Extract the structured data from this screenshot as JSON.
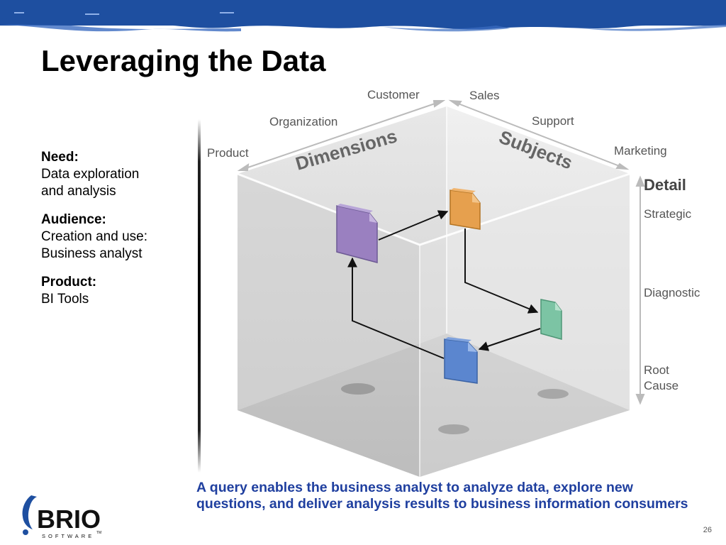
{
  "slide": {
    "title": "Leveraging the Data",
    "page_number": "26"
  },
  "sidebar": {
    "need_label": "Need:",
    "need_lines": [
      "Data exploration",
      "and analysis"
    ],
    "audience_label": "Audience:",
    "audience_lines": [
      "Creation and use:",
      "Business analyst"
    ],
    "product_label": "Product:",
    "product_lines": [
      "BI Tools"
    ]
  },
  "cube": {
    "dimensions_label": "Dimensions",
    "subjects_label": "Subjects",
    "detail_label": "Detail",
    "dimensions": [
      "Customer",
      "Organization",
      "Product"
    ],
    "subjects": [
      "Sales",
      "Support",
      "Marketing"
    ],
    "detail_levels": [
      "Strategic",
      "Diagnostic",
      "Root",
      "Cause"
    ]
  },
  "caption": "A query enables the business analyst to analyze data, explore new questions, and deliver analysis results to business information consumers",
  "logo": {
    "wordmark": "BRIO",
    "sub": "SOFTWARE",
    "tm": "TM"
  },
  "colors": {
    "banner": "#1e4fa0",
    "caption": "#1f3f9f",
    "doc_purple": "#9a80c0",
    "doc_orange": "#e6a04e",
    "doc_green": "#7cc4a4",
    "doc_blue": "#5b86cf"
  }
}
